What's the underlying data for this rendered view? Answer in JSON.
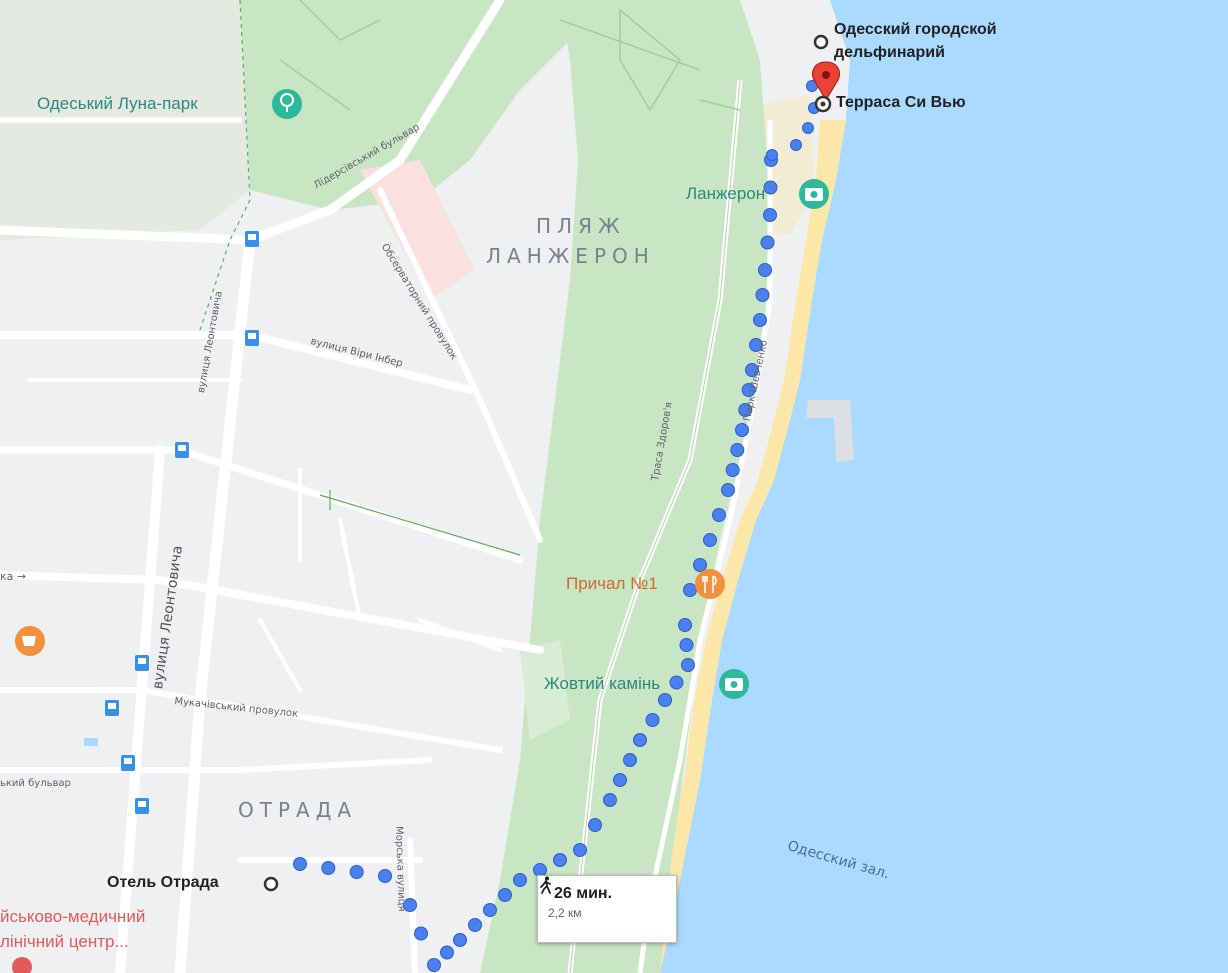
{
  "map": {
    "places": {
      "dolphinarium_line1": "Одесский городской",
      "dolphinarium_line2": "дельфинарий",
      "terrace": "Терраса Си Вью",
      "hotel": "Отель Отрада"
    },
    "pois": {
      "luna_park": "Одеський Луна-парк",
      "lanzheron": "Ланжерон",
      "prychal": "Причал №1",
      "zhovtyi_kamin": "Жовтий камінь",
      "medical_center_line1": "йськово-медичний",
      "medical_center_line2": "лінічний центр..."
    },
    "districts": {
      "beach_line1": "ПЛЯЖ",
      "beach_line2": "ЛАНЖЕРОН",
      "otrada": "ОТРАДА"
    },
    "streets": {
      "lidersivskyi": "Лідерсівський бульвар",
      "observatornyi": "Обсерваторний провулок",
      "viry_inber": "вулиця Віри Інбер",
      "leontovycha_1": "вулиця Леонтовича",
      "leontovycha_2": "вулиця Леонтовича",
      "mukachivskyi": "Мукачівський провулок",
      "bulvar_left": "ький бульвар",
      "ka_arrow": "ка →",
      "trasa_zdorovia": "Траса Здоров'я",
      "park_shevchenko": "Парк Шевченко",
      "morska": "Морська вулиця"
    },
    "water": {
      "bay": "Одесский зал."
    }
  },
  "route": {
    "mode": "walking",
    "duration": "26 мин.",
    "distance": "2,2 км"
  },
  "colors": {
    "sea": "#aadaff",
    "park": "#c8e6c4",
    "beach": "#fbe8a8",
    "route": "#4a80f0",
    "pin": "#ea4335"
  }
}
